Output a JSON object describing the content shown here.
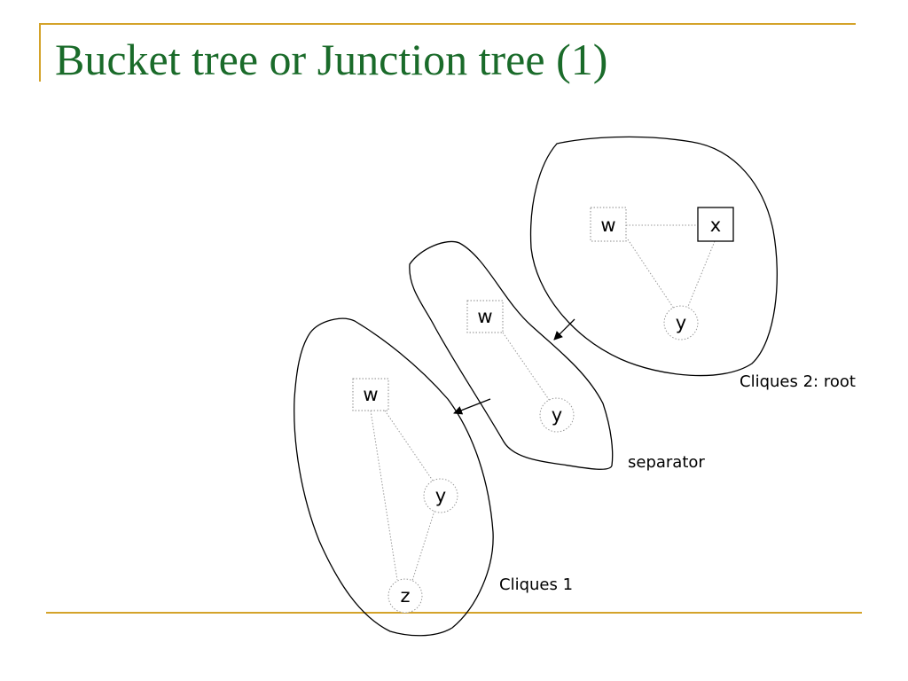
{
  "slide": {
    "title": "Bucket tree or Junction tree (1)"
  },
  "colors": {
    "accent": "#d4a32a",
    "title": "#1a6b2a"
  },
  "diagram": {
    "cliques2": {
      "label": "Cliques 2: root",
      "nodes": {
        "w": "w",
        "x": "x",
        "y": "y"
      }
    },
    "separator": {
      "label": "separator",
      "nodes": {
        "w": "w",
        "y": "y"
      }
    },
    "cliques1": {
      "label": "Cliques 1",
      "nodes": {
        "w": "w",
        "y": "y",
        "z": "z"
      }
    }
  }
}
